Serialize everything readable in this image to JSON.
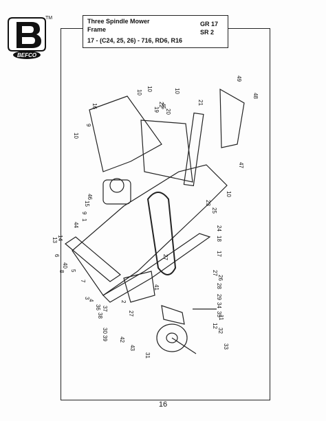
{
  "brand": {
    "tm": "TM",
    "name": "BEFCO"
  },
  "header": {
    "title": "Three Spindle Mower",
    "subtitle": "Frame",
    "models": "17 - (C24, 25, 26) - 716, RD6, R16",
    "group": "GR 17",
    "section": "SR 2"
  },
  "callouts": [
    "10",
    "10",
    "10",
    "10",
    "10",
    "9",
    "9",
    "16",
    "19",
    "20",
    "21",
    "22",
    "23",
    "24",
    "25",
    "26",
    "27",
    "27",
    "27",
    "28",
    "29",
    "30",
    "31",
    "32",
    "33",
    "34",
    "35",
    "36",
    "37",
    "38",
    "39",
    "40",
    "41",
    "42",
    "43",
    "44",
    "45",
    "46",
    "47",
    "48",
    "49",
    "11",
    "12",
    "13",
    "14",
    "15",
    "17",
    "18",
    "2",
    "3",
    "4",
    "5",
    "6",
    "7",
    "8",
    "1"
  ],
  "footer": {
    "page": "16"
  }
}
